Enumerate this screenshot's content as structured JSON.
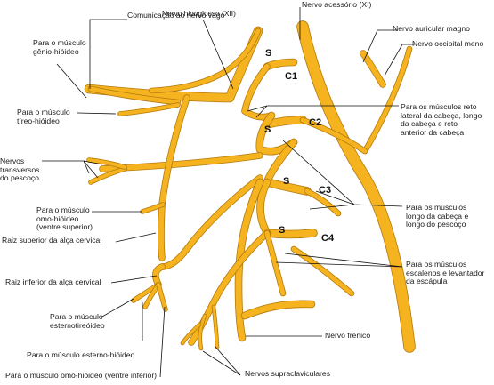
{
  "labels": {
    "comunicacao": "Comunicação ao nervo vago",
    "hipoglosso": "Nervo hipoglosso (XII)",
    "acessorio": "Nervo acessório (XI)",
    "auricular": "Nervo auricular magno",
    "occipital": "Nervo occipital meno",
    "genio": "Para o músculo\ngênio-hióideo",
    "tireo": "Para o músculo\ntíreo-hióideo",
    "transversos": "Nervos\ntransversos\ndo pescoço",
    "omo_superior": "Para o músculo\nomo-hióideo\n(ventre superior)",
    "raiz_superior": "Raiz superior da alça cervical",
    "raiz_inferior": "Raiz inferior da alça cervical",
    "esternotireoideo": "Para o músculo\nesternotireóideo",
    "esterno_hioideo": "Para o músculo esterno-hióideo",
    "omo_inferior": "Para o músculo omo-hióideo (ventre inferior)",
    "reto": "Para os músculos reto\nlateral da cabeça, longo\nda cabeça e reto\nanterior da cabeça",
    "longo": "Para os músculos\nlongo da cabeça e\nlongo do pescoço",
    "escalenos": "Para os músculos\nescalenos e levantador\nda escápula",
    "frenico": "Nervo frênico",
    "supraclaviculares": "Nervos supraclaviculares"
  },
  "markers": {
    "s1": "S",
    "c1": "C1",
    "s2": "S",
    "c2": "C2",
    "s3": "S",
    "c3": "C3",
    "s4": "S",
    "c4": "C4"
  },
  "colors": {
    "nerve": "#f4b31f",
    "nerve_edge": "#b47a0c"
  }
}
